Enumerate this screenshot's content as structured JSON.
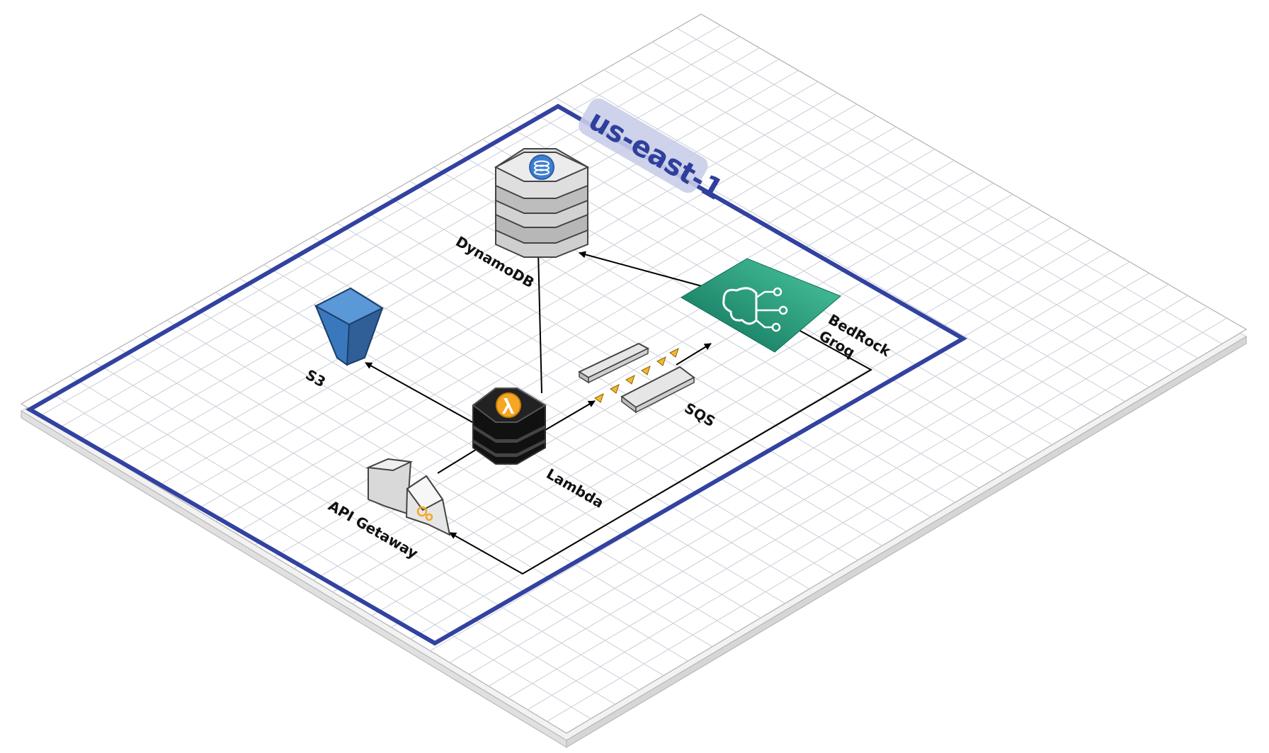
{
  "region": {
    "label": "us-east-1",
    "border_color": "#3242a0"
  },
  "nodes": {
    "dynamodb": {
      "label": "DynamoDB",
      "icon": "dynamodb-icon"
    },
    "s3": {
      "label": "S3",
      "icon": "s3-bucket-icon",
      "color": "#3a6fb0"
    },
    "lambda": {
      "label": "Lambda",
      "icon": "lambda-icon",
      "accent": "#f5a623"
    },
    "sqs": {
      "label": "SQS",
      "icon": "sqs-queue-icon"
    },
    "bedrock": {
      "label": "BedRock",
      "sublabel": "Groq",
      "icon": "bedrock-brain-icon",
      "color": "#1a8a6e"
    },
    "api_gateway": {
      "label": "API Getaway",
      "icon": "api-gateway-icon"
    }
  },
  "connections": [
    {
      "from": "api_gateway",
      "to": "lambda"
    },
    {
      "from": "lambda",
      "to": "s3"
    },
    {
      "from": "lambda",
      "to": "dynamodb"
    },
    {
      "from": "lambda",
      "to": "sqs"
    },
    {
      "from": "sqs",
      "to": "bedrock"
    },
    {
      "from": "bedrock",
      "to": "dynamodb"
    },
    {
      "from": "bedrock",
      "to": "api_gateway"
    }
  ]
}
